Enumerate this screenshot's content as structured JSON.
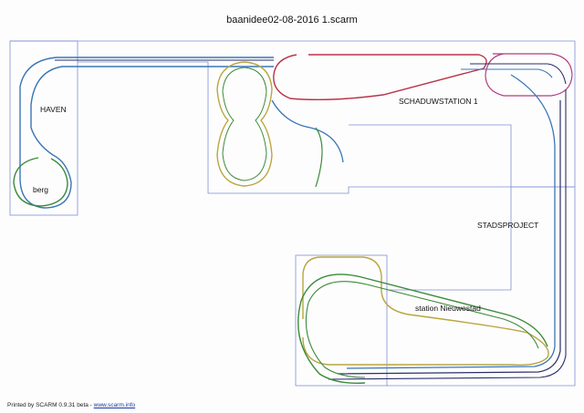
{
  "document": {
    "title": "baanidee02-08-2016 1.scarm",
    "footer_prefix": "Printed by SCARM 0.9.31 beta - ",
    "footer_link": "www.scarm.info"
  },
  "labels": {
    "haven": "HAVEN",
    "berg": "berg",
    "schaduwstation": "SCHADUWSTATION 1",
    "stadsproject": "STADSPROJECT",
    "station": "station Nieuwestad"
  },
  "colors": {
    "outline": "#7f8fd6",
    "track_blue": "#3a76b6",
    "track_navy": "#2a2f6a",
    "track_green": "#3b8a3a",
    "track_yellow": "#b8a640",
    "track_red": "#b8344a",
    "track_magenta": "#b04080"
  }
}
